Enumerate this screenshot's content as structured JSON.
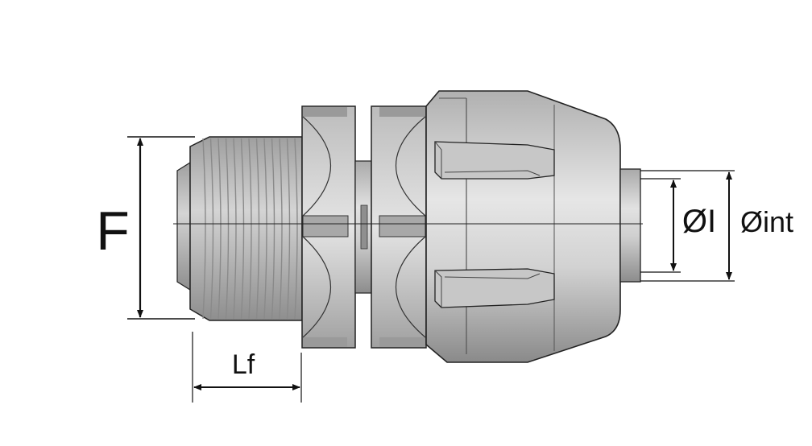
{
  "diagram": {
    "labels": {
      "F": "F",
      "Lf": "Lf",
      "dia_l": "ØI",
      "dia_int": "Øint"
    },
    "colors": {
      "outline": "#1a1a1a",
      "body_light": "#d9d9d9",
      "body_mid": "#bdbdbd",
      "body_dark": "#8f8f8f",
      "thread_light": "#c8c8c8",
      "thread_dark": "#9a9a9a"
    }
  }
}
